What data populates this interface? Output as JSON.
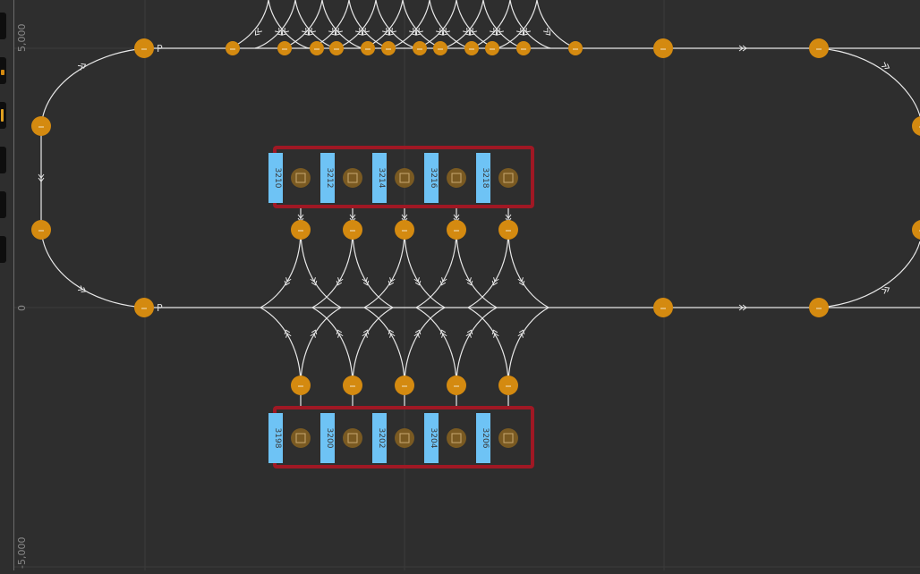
{
  "axis": {
    "ticks": [
      {
        "label": "5,000",
        "value": 5000
      },
      {
        "label": "0",
        "value": 0
      },
      {
        "label": "-5,000",
        "value": -5000
      }
    ]
  },
  "track": {
    "top_left_node_label": "P",
    "bottom_left_node_label": "P"
  },
  "top_station": {
    "slots": [
      "3210",
      "3212",
      "3214",
      "3216",
      "3218"
    ]
  },
  "bottom_station": {
    "slots": [
      "3198",
      "3200",
      "3202",
      "3204",
      "3206"
    ]
  },
  "colors": {
    "background": "#2e2e2e",
    "node": "#d48a10",
    "node_dim": "#7a5a22",
    "slot": "#6ec3f5",
    "station_border": "#a01824",
    "track": "#e8e8e8",
    "grid": "#3c3c3c"
  }
}
